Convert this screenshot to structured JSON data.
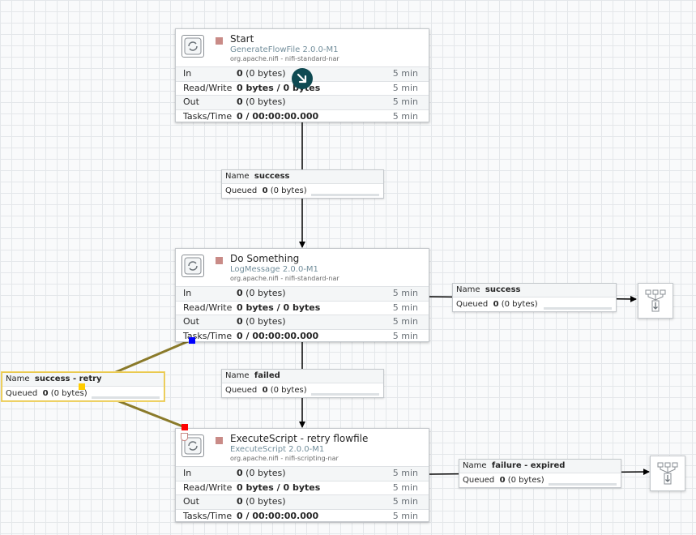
{
  "processors": [
    {
      "name": "Start",
      "type": "GenerateFlowFile 2.0.0-M1",
      "bundle": "org.apache.nifi - nifi-standard-nar",
      "stats": [
        {
          "label": "In",
          "value_bold": "0",
          "value_rest": " (0 bytes)",
          "window": "5 min"
        },
        {
          "label": "Read/Write",
          "value_bold": "0 bytes / 0 bytes",
          "value_rest": "",
          "window": "5 min"
        },
        {
          "label": "Out",
          "value_bold": "0",
          "value_rest": " (0 bytes)",
          "window": "5 min"
        },
        {
          "label": "Tasks/Time",
          "value_bold": "0 / 00:00:00.000",
          "value_rest": "",
          "window": "5 min"
        }
      ]
    },
    {
      "name": "Do Something",
      "type": "LogMessage 2.0.0-M1",
      "bundle": "org.apache.nifi - nifi-standard-nar",
      "stats": [
        {
          "label": "In",
          "value_bold": "0",
          "value_rest": " (0 bytes)",
          "window": "5 min"
        },
        {
          "label": "Read/Write",
          "value_bold": "0 bytes / 0 bytes",
          "value_rest": "",
          "window": "5 min"
        },
        {
          "label": "Out",
          "value_bold": "0",
          "value_rest": " (0 bytes)",
          "window": "5 min"
        },
        {
          "label": "Tasks/Time",
          "value_bold": "0 / 00:00:00.000",
          "value_rest": "",
          "window": "5 min"
        }
      ]
    },
    {
      "name": "ExecuteScript - retry flowfile",
      "type": "ExecuteScript 2.0.0-M1",
      "bundle": "org.apache.nifi - nifi-scripting-nar",
      "stats": [
        {
          "label": "In",
          "value_bold": "0",
          "value_rest": " (0 bytes)",
          "window": "5 min"
        },
        {
          "label": "Read/Write",
          "value_bold": "0 bytes / 0 bytes",
          "value_rest": "",
          "window": "5 min"
        },
        {
          "label": "Out",
          "value_bold": "0",
          "value_rest": " (0 bytes)",
          "window": "5 min"
        },
        {
          "label": "Tasks/Time",
          "value_bold": "0 / 00:00:00.000",
          "value_rest": "",
          "window": "5 min"
        }
      ]
    }
  ],
  "connections": [
    {
      "name_label": "Name",
      "name": "success",
      "queued_label": "Queued",
      "queued_bold": "0",
      "queued_rest": " (0 bytes)"
    },
    {
      "name_label": "Name",
      "name": "success",
      "queued_label": "Queued",
      "queued_bold": "0",
      "queued_rest": " (0 bytes)"
    },
    {
      "name_label": "Name",
      "name": "failed",
      "queued_label": "Queued",
      "queued_bold": "0",
      "queued_rest": " (0 bytes)"
    },
    {
      "name_label": "Name",
      "name": "success - retry",
      "queued_label": "Queued",
      "queued_bold": "0",
      "queued_rest": " (0 bytes)"
    },
    {
      "name_label": "Name",
      "name": "failure - expired",
      "queued_label": "Queued",
      "queued_bold": "0",
      "queued_rest": " (0 bytes)"
    }
  ],
  "funnels": [
    {
      "icon": "funnel-icon"
    },
    {
      "icon": "funnel-icon"
    }
  ],
  "colors": {
    "stopped": "#c98b87",
    "selected_border": "#e8c74a",
    "bend_point": "#ffcc00",
    "source_marker": "#ff0000",
    "target_marker": "#0000ff",
    "edge": "#000000",
    "selected_edge": "#8a7a2a"
  }
}
